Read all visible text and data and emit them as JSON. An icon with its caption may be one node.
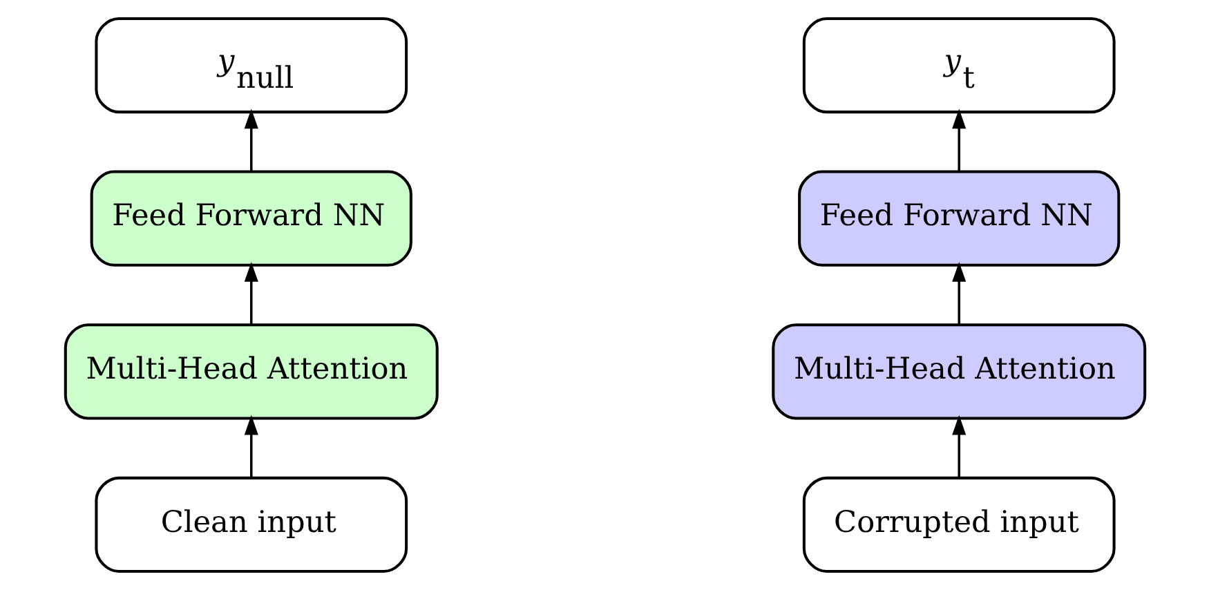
{
  "diagram": {
    "nodes": [
      {
        "text": [
          "*y*$_{null}$"
        ]
      },
      {
        "text": [
          "Feed Forward NN"
        ]
      },
      {
        "text": [
          "Multi-Head Attention"
        ]
      },
      {
        "text": [
          "Clean input"
        ]
      },
      {
        "text": [
          "*y*$_{t}$"
        ]
      },
      {
        "text": [
          "Feed Forward NN"
        ]
      },
      {
        "text": [
          "Multi-Head Attention"
        ]
      },
      {
        "text": [
          "Corrupted input"
        ]
      }
    ],
    "edges": [
      {
        "from": 3,
        "to": 2,
        "arrow": "to"
      },
      {
        "from": 2,
        "to": 1,
        "arrow": "to"
      },
      {
        "from": 1,
        "to": 0,
        "arrow": "to"
      },
      {
        "from": 7,
        "to": 6,
        "arrow": "to"
      },
      {
        "from": 6,
        "to": 5,
        "arrow": "to"
      },
      {
        "from": 5,
        "to": 4,
        "arrow": "to"
      }
    ]
  }
}
